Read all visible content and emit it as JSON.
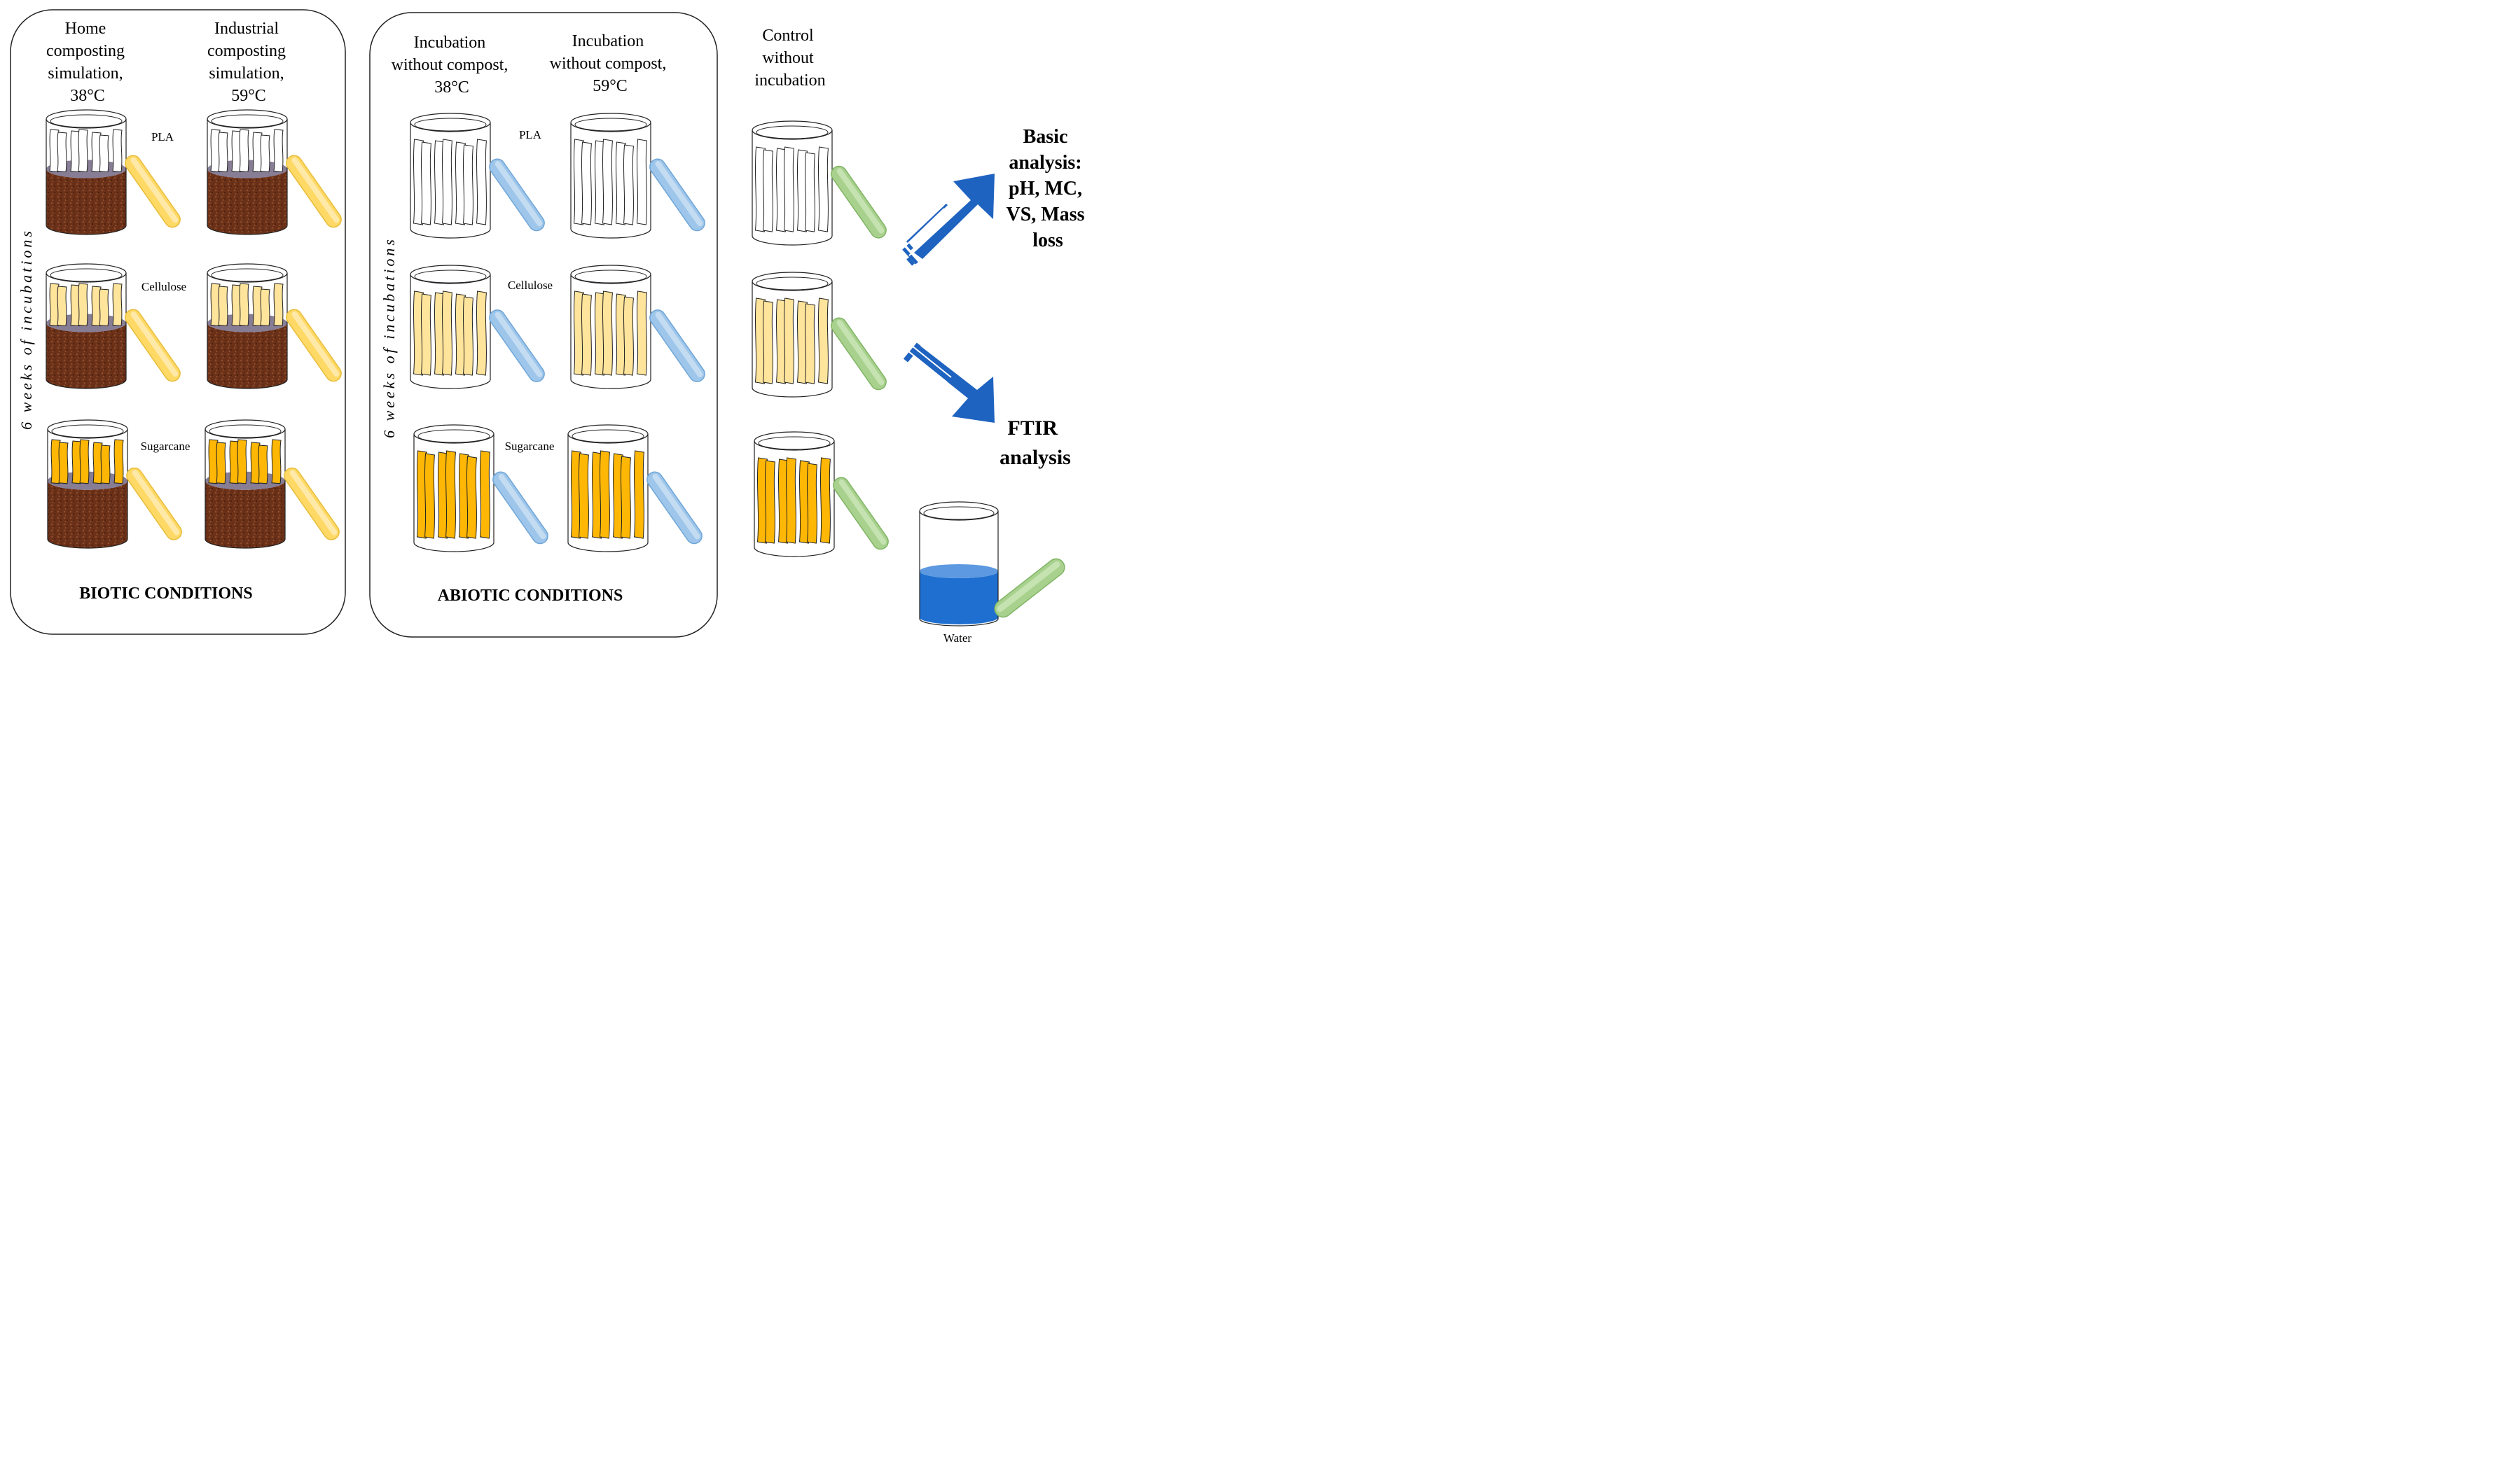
{
  "biotic_panel": {
    "column_headers": [
      [
        "Home",
        "composting",
        "simulation,",
        "38°C"
      ],
      [
        "Industrial",
        "composting",
        "simulation,",
        "59°C"
      ]
    ],
    "side_label": "6 weeks of incubations",
    "title": "BIOTIC  CONDITIONS"
  },
  "abiotic_panel": {
    "column_headers": [
      [
        "Incubation",
        "without compost,",
        "38°C"
      ],
      [
        "Incubation",
        "without compost,",
        "59°C"
      ]
    ],
    "side_label": "6 weeks of incubations",
    "title": "ABIOTIC  CONDITIONS"
  },
  "control": {
    "header": [
      "Control",
      "without",
      "incubation"
    ]
  },
  "materials": [
    "PLA",
    "Cellulose",
    "Sugarcane"
  ],
  "water_label": "Water",
  "outputs": {
    "basic_analysis": [
      "Basic",
      "analysis:",
      "pH, MC,",
      "VS, Mass",
      "loss"
    ],
    "ftir_analysis": [
      "FTIR",
      "analysis"
    ]
  },
  "colors": {
    "pla_strip": "#ffffff",
    "cellulose_strip": "#ffe49c",
    "sugarcane_strip": "#ffb705",
    "soil": "#6b3118",
    "biotic_lid": "#ffd966",
    "abiotic_lid": "#9ec6ea",
    "control_lid": "#a9d18e",
    "water": "#1f6fd1",
    "arrow": "#1f63c0"
  }
}
